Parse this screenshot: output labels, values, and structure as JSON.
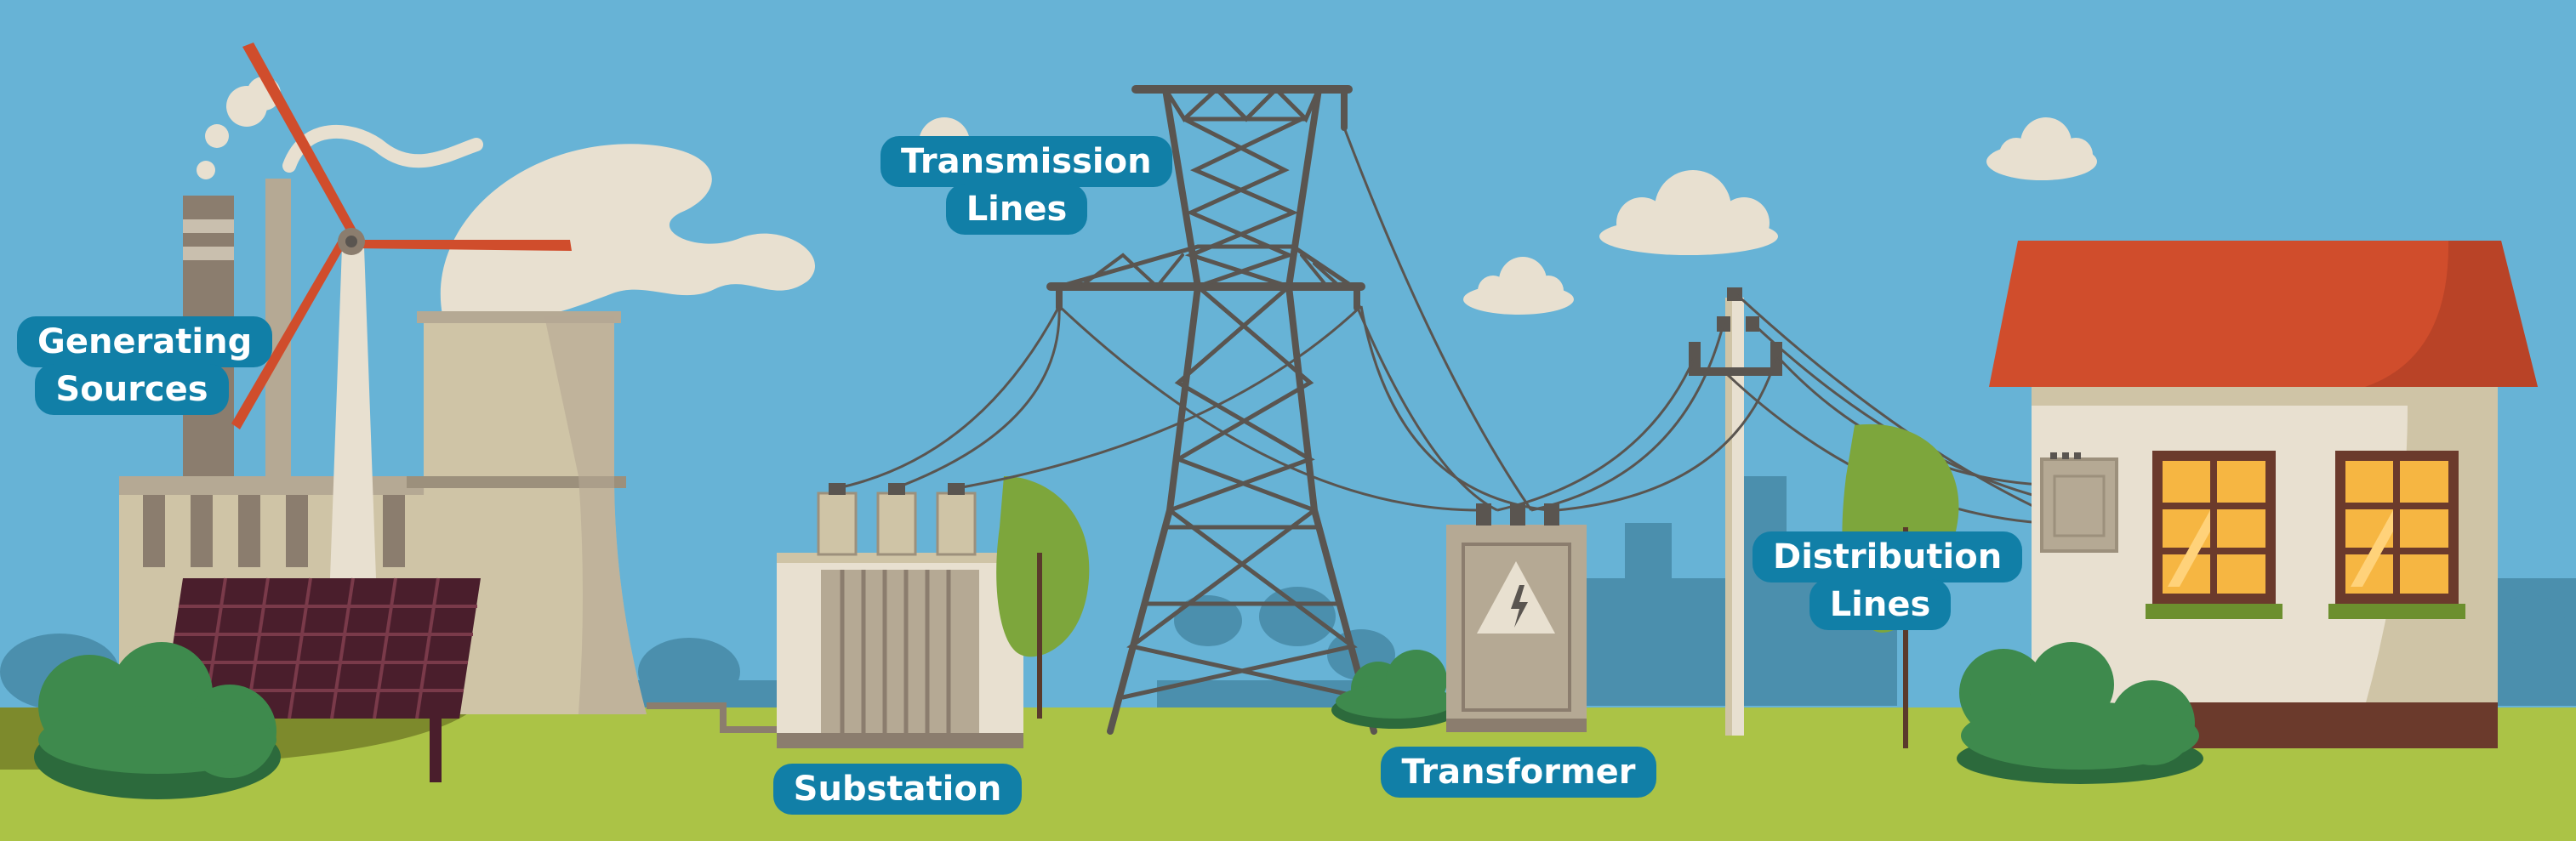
{
  "labels": {
    "generating": {
      "line1": "Generating",
      "line2": "Sources"
    },
    "transmission": {
      "line1": "Transmission",
      "line2": "Lines"
    },
    "substation": {
      "text": "Substation"
    },
    "transformer": {
      "text": "Transformer"
    },
    "distribution": {
      "line1": "Distribution",
      "line2": "Lines"
    }
  },
  "colors": {
    "sky": "#67b3d6",
    "grass": "#abc346",
    "grass_dark": "#7d8a2c",
    "label_bg": "#117fa7",
    "label_text": "#ffffff",
    "roof": "#d04d2c",
    "house_wall": "#e8e0d0",
    "window_glass": "#f6b642",
    "window_frame": "#6b3a2c",
    "tower": "#5a5550",
    "bush": "#3e8a4d",
    "bush_dark": "#2c6a3c",
    "turbine_blade": "#d04d2c",
    "cooling_tower": "#cfc4a6",
    "solar_panel": "#4a1e2c",
    "cloud": "#e8e0d0",
    "city_silhouette": "#4b8fad"
  },
  "icons": {
    "transformer_warning": "high-voltage-warning-icon"
  }
}
